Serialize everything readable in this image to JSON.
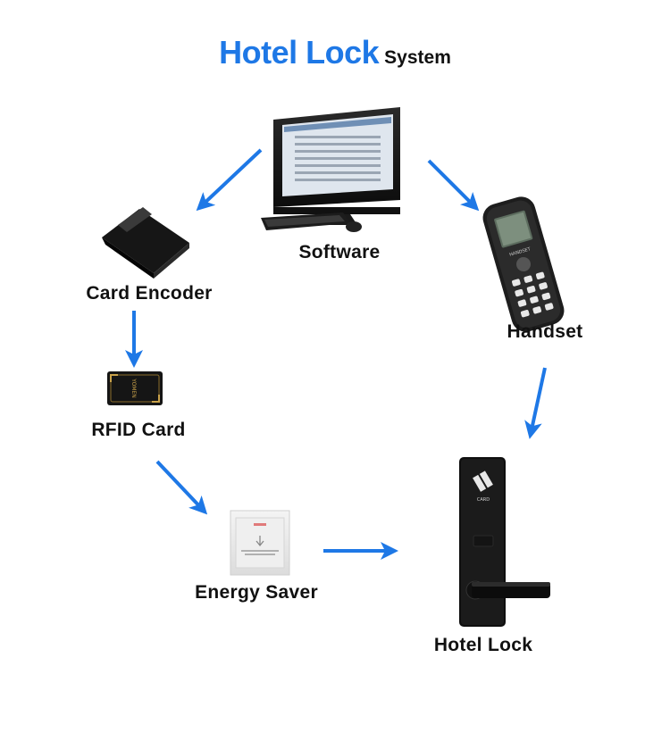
{
  "title": {
    "main": "Hotel Lock",
    "sub": "System"
  },
  "nodes": {
    "software": "Software",
    "card_encoder": "Card Encoder",
    "rfid_card": "RFID Card",
    "energy_saver": "Energy Saver",
    "handset": "Handset",
    "hotel_lock": "Hotel Lock"
  },
  "icons": {
    "lock_card_text": "CARD",
    "handset_brand": "HANDSET",
    "rfid_brand": "YOMEN",
    "energy_saver_text": "INSERT TOWER CARD TO SWITCH POWER"
  },
  "colors": {
    "accent": "#1e78e6",
    "arrow": "#1e78e6",
    "text": "#111111"
  }
}
